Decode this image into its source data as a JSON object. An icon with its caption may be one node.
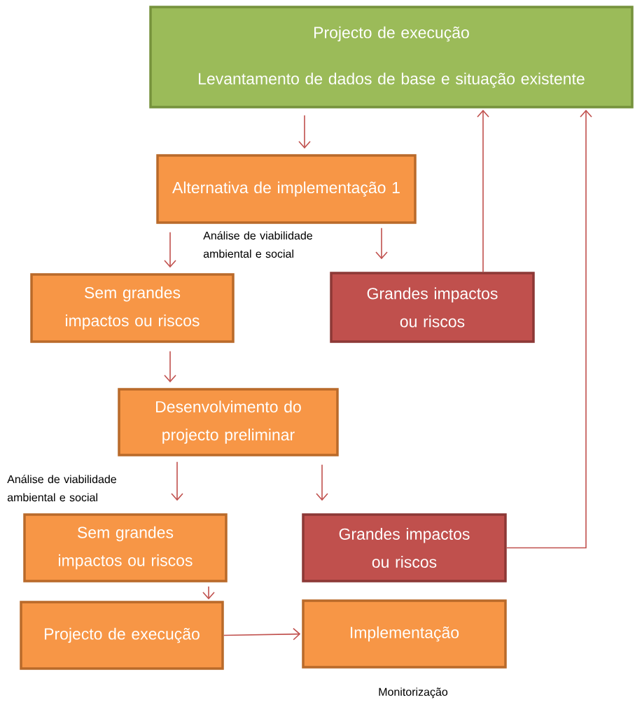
{
  "diagram": {
    "nodes": [
      {
        "text": [
          "Projecto de execução",
          "Levantamento de dados de base e situação existente"
        ]
      },
      {
        "text": [
          "Alternativa de implementação 1"
        ]
      },
      {
        "text": [
          "Sem grandes impactos ou riscos"
        ]
      },
      {
        "text": [
          "Grandes impactos ou riscos"
        ]
      },
      {
        "text": [
          "Desenvolvimento do projecto preliminar"
        ]
      },
      {
        "text": [
          "Sem grandes impactos ou riscos"
        ]
      },
      {
        "text": [
          "Grandes impactos ou riscos"
        ]
      },
      {
        "text": [
          "Projecto de execução"
        ]
      },
      {
        "text": [
          "Implementação"
        ]
      }
    ],
    "edges": [
      {
        "from": 0,
        "to": 1,
        "arrow": "to"
      },
      {
        "from": 1,
        "to": 2,
        "arrow": "to"
      },
      {
        "from": 1,
        "to": 3,
        "arrow": "to"
      },
      {
        "from": 3,
        "to": 0,
        "arrow": "to"
      },
      {
        "from": 2,
        "to": 4,
        "arrow": "to"
      },
      {
        "from": 4,
        "to": 5,
        "arrow": "to"
      },
      {
        "from": 4,
        "to": 6,
        "arrow": "to"
      },
      {
        "from": 6,
        "to": 0,
        "arrow": "to"
      },
      {
        "from": 5,
        "to": 7,
        "arrow": "to"
      },
      {
        "from": 7,
        "to": 8,
        "arrow": "to"
      }
    ],
    "labels": [
      "Análise de viabilidade ambiental e social",
      "Análise de viabilidade ambiental e social",
      "Monitorização"
    ]
  }
}
